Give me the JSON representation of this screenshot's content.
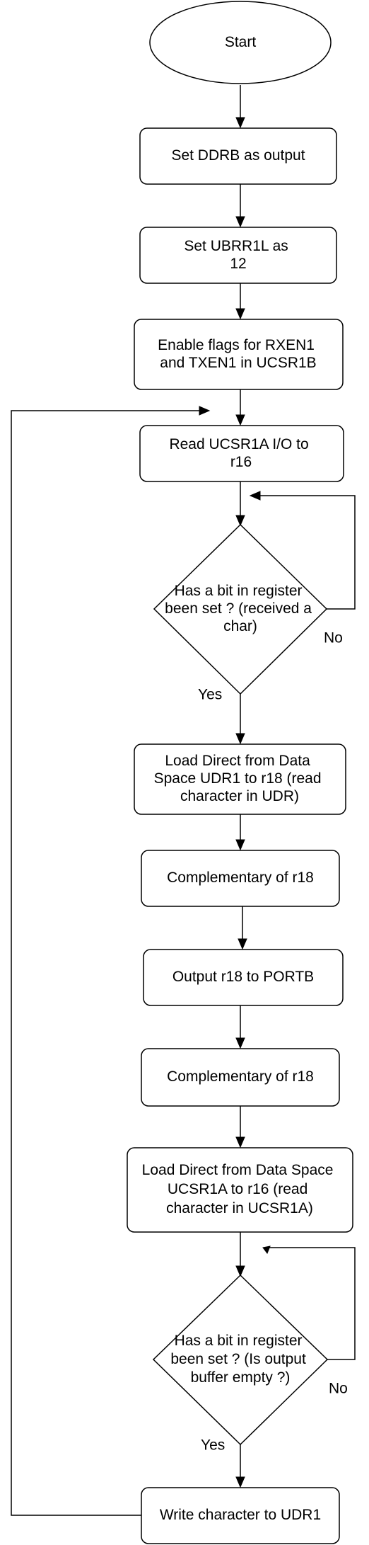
{
  "diagram": {
    "nodes": {
      "start": {
        "lines": [
          "Start"
        ]
      },
      "set_ddrb": {
        "lines": [
          "Set DDRB as output"
        ]
      },
      "set_ubrr": {
        "lines": [
          "Set UBRR1L as",
          "12"
        ]
      },
      "enable_flags": {
        "lines": [
          "Enable flags for RXEN1",
          "and TXEN1 in UCSR1B"
        ]
      },
      "read_ucsr": {
        "lines": [
          "Read UCSR1A I/O to",
          "r16"
        ]
      },
      "decision_received": {
        "lines": [
          "Has a bit in register",
          "been set ? (received a",
          "char)"
        ]
      },
      "load_udr": {
        "lines": [
          "Load Direct from Data",
          "Space UDR1 to r18 (read",
          "character in UDR)"
        ]
      },
      "complement_1": {
        "lines": [
          "Complementary of r18"
        ]
      },
      "output_portb": {
        "lines": [
          "Output r18 to PORTB"
        ]
      },
      "complement_2": {
        "lines": [
          "Complementary of r18"
        ]
      },
      "load_ucsr": {
        "lines": [
          "Load Direct from Data Space",
          "UCSR1A to r16 (read",
          "character in UCSR1A)"
        ]
      },
      "decision_buffer": {
        "lines": [
          "Has a bit in register",
          "been set ? (Is output",
          "buffer empty ?)"
        ]
      },
      "write_udr": {
        "lines": [
          "Write character to UDR1"
        ]
      }
    },
    "edge_labels": {
      "received_no": "No",
      "received_yes": "Yes",
      "buffer_no": "No",
      "buffer_yes": "Yes"
    }
  }
}
